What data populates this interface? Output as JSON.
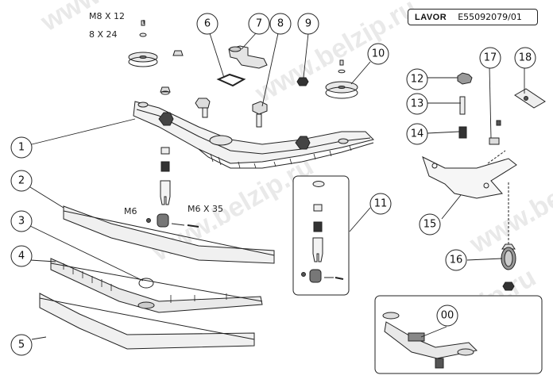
{
  "header": {
    "brand": "LAVOR",
    "code": "E55092079/01"
  },
  "watermark": "www.belzip.ru",
  "callouts": [
    "1",
    "2",
    "3",
    "4",
    "5",
    "6",
    "7",
    "8",
    "9",
    "10",
    "11",
    "12",
    "13",
    "14",
    "15",
    "16",
    "17",
    "18",
    "00"
  ],
  "dimension_labels": {
    "bolt_1": "M8 X 12",
    "washer_1": "8 X 24",
    "nut_m6": "M6",
    "bolt_m6": "M6 X 35"
  }
}
